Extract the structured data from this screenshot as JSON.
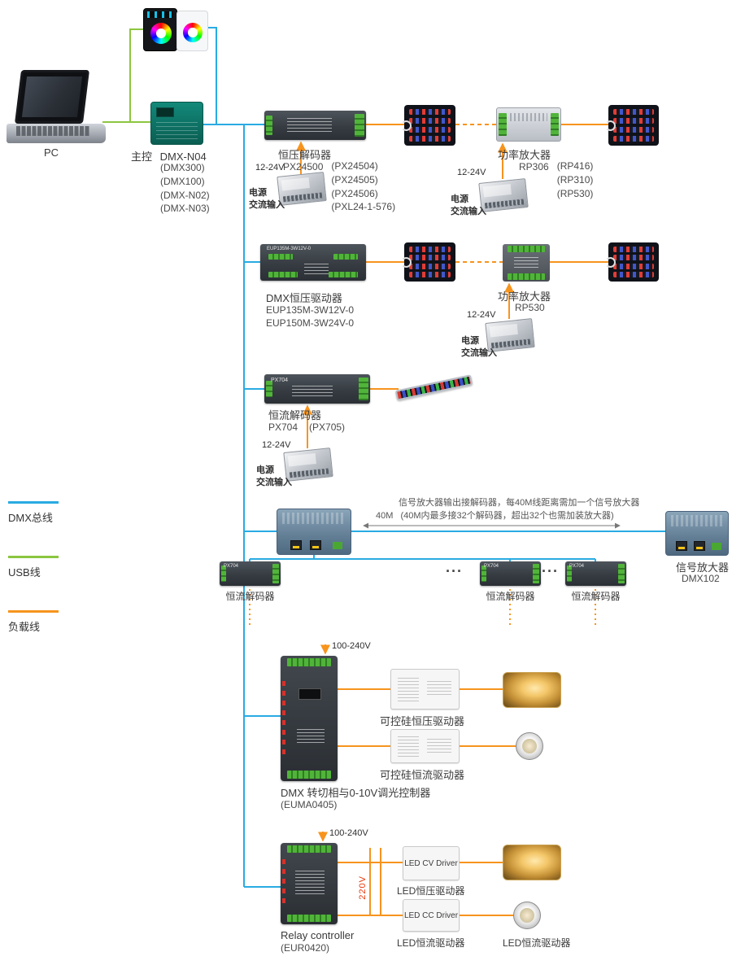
{
  "colors": {
    "dmx_blue": "#29abe2",
    "usb_green": "#8cc63f",
    "load_orange": "#f7941d",
    "v220_red": "#e8380d"
  },
  "legend": {
    "items": [
      {
        "label": "DMX总线"
      },
      {
        "label": "USB线"
      },
      {
        "label": "负载线"
      }
    ]
  },
  "pc": {
    "label": "PC"
  },
  "master": {
    "title": "主控",
    "model": "DMX-N04",
    "alts": [
      "(DMX300)",
      "(DMX100)",
      "(DMX-N02)",
      "(DMX-N03)"
    ]
  },
  "psu": {
    "voltage": "12-24V",
    "power": "电源",
    "ac": "交流输入"
  },
  "row1": {
    "decoder": {
      "label": "恒压解码器",
      "model": "PX24500",
      "alts": [
        "(PX24504)",
        "(PX24505)",
        "(PX24506)",
        "(PXL24-1-576)"
      ]
    },
    "amp": {
      "label": "功率放大器",
      "model": "RP306",
      "alts": [
        "(RP416)",
        "(RP310)",
        "(RP530)"
      ]
    }
  },
  "row2": {
    "driver": {
      "label": "DMX恒压驱动器",
      "model1": "EUP135M-3W12V-0",
      "model2": "EUP150M-3W24V-0",
      "device_text": "EUP135M-3W12V-0"
    },
    "amp": {
      "label": "功率放大器",
      "model": "RP530"
    }
  },
  "row3": {
    "decoder": {
      "label": "恒流解码器",
      "model": "PX704",
      "alt": "(PX705)",
      "device_text": "PX704"
    }
  },
  "amp_section": {
    "note1": "信号放大器输出接解码器，每40M线距离需加一个信号放大器",
    "distance": "40M",
    "note2": "(40M内最多接32个解码器，超出32个也需加装放大器)",
    "amp_label": "信号放大器",
    "amp_model": "DMX102",
    "decoder_label": "恒流解码器",
    "decoder_device_text": "PX704",
    "ellipsis": "···"
  },
  "dimmer": {
    "mains": "100-240V",
    "title": "DMX 转切相与0-10V调光控制器",
    "model": "(EUMA0405)",
    "cv_label": "可控硅恒压驱动器",
    "cc_label": "可控硅恒流驱动器"
  },
  "relay": {
    "mains": "100-240V",
    "v220": "220V",
    "title": "Relay controller",
    "model": "(EUR0420)",
    "cv_text": "LED CV Driver",
    "cv_label": "LED恒压驱动器",
    "cc_text": "LED CC Driver",
    "cc_label": "LED恒流驱动器",
    "load_label": "LED恒流驱动器"
  }
}
